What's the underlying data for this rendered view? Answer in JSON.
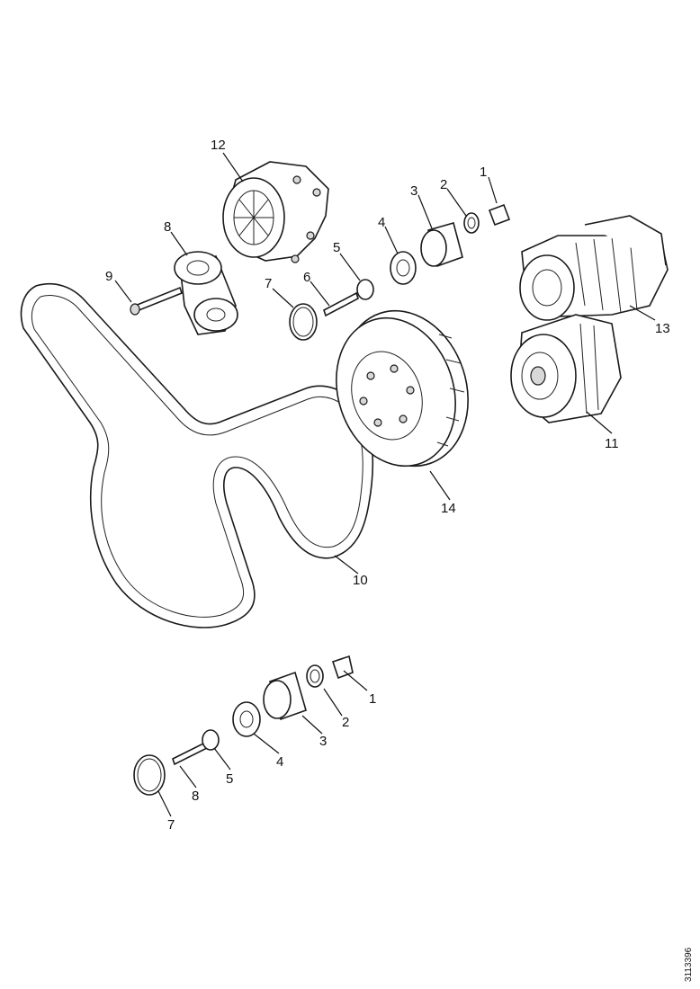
{
  "diagram": {
    "reference_code": "3113396",
    "labels_upper": {
      "l1": "1",
      "l2": "2",
      "l3": "3",
      "l4": "4",
      "l5": "5",
      "l6": "6",
      "l7": "7",
      "l8": "8",
      "l9": "9",
      "l10": "10",
      "l11": "11",
      "l12": "12",
      "l13": "13",
      "l14": "14"
    },
    "labels_lower": {
      "l1": "1",
      "l2": "2",
      "l3": "3",
      "l4": "4",
      "l5": "5",
      "l7": "7",
      "l8": "8"
    }
  }
}
